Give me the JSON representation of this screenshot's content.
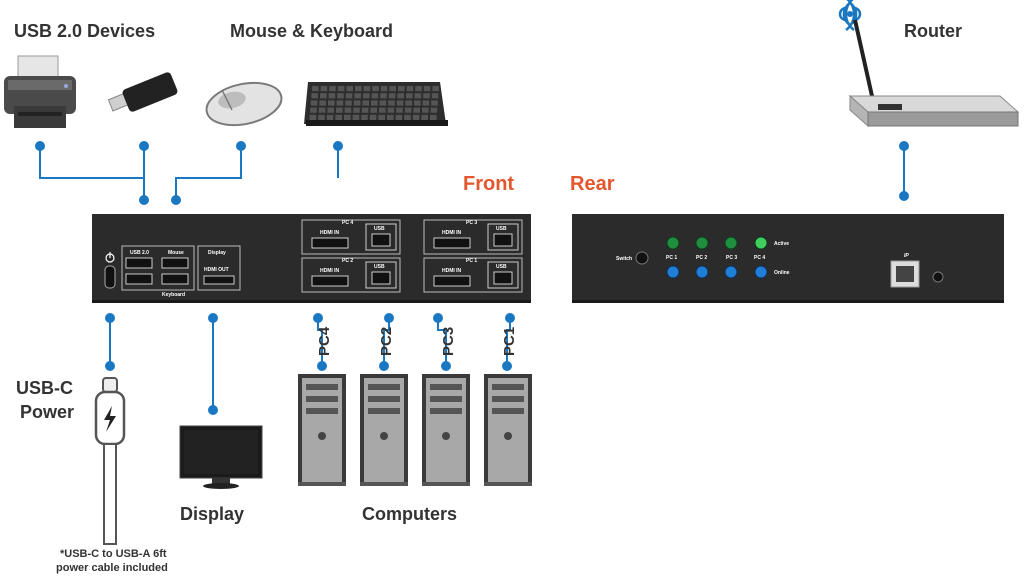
{
  "labels": {
    "usb_devices": "USB 2.0 Devices",
    "mouse_keyboard": "Mouse & Keyboard",
    "router": "Router",
    "front": "Front",
    "rear": "Rear",
    "usbc_power_line1": "USB-C",
    "usbc_power_line2": "Power",
    "display": "Display",
    "computers": "Computers",
    "note_line1": "*USB-C to USB-A 6ft",
    "note_line2": "power cable included"
  },
  "front_panel": {
    "usb20": "USB 2.0",
    "mouse": "Mouse",
    "keyboard": "Keyboard",
    "display_label": "Display",
    "hdmi_out": "HDMI OUT",
    "ports": [
      {
        "pc": "PC 4",
        "hdmi": "HDMI IN",
        "usb": "USB"
      },
      {
        "pc": "PC 2",
        "hdmi": "HDMI IN",
        "usb": "USB"
      },
      {
        "pc": "PC 3",
        "hdmi": "HDMI IN",
        "usb": "USB"
      },
      {
        "pc": "PC 1",
        "hdmi": "HDMI IN",
        "usb": "USB"
      }
    ]
  },
  "rear_panel": {
    "switch": "Switch",
    "pcs": [
      "PC 1",
      "PC 2",
      "PC 3",
      "PC 4"
    ],
    "active": "Active",
    "online": "Online",
    "ip": "IP"
  },
  "computers": [
    "PC4",
    "PC2",
    "PC3",
    "PC1"
  ],
  "colors": {
    "accent": "#e4572e",
    "line": "#1a78c2",
    "panel": "#2b2b2b",
    "led_green": "#1faa4a",
    "led_blue": "#1f7fd6"
  }
}
